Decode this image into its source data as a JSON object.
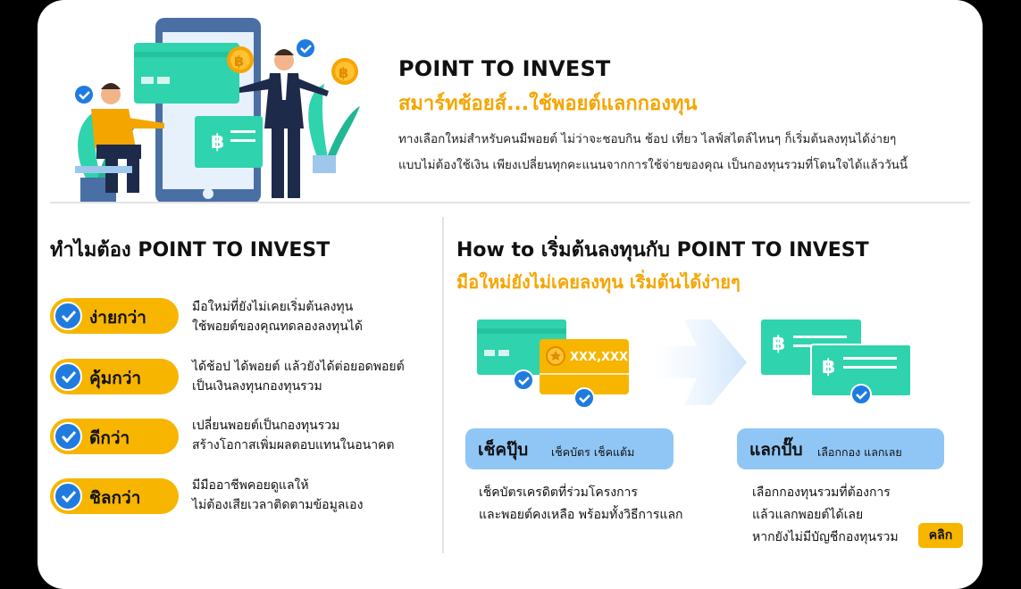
{
  "hero": {
    "title": "POINT TO INVEST",
    "subtitle": "สมาร์ทช้อยส์...ใช้พอยต์แลกกองทุน",
    "desc_line1": "ทางเลือกใหม่สำหรับคนมีพอยต์ ไม่ว่าจะชอบกิน ช้อป เที่ยว ไลฟ์สไตล์ไหนๆ ก็เริ่มต้นลงทุนได้ง่ายๆ",
    "desc_line2": "แบบไม่ต้องใช้เงิน เพียงเปลี่ยนทุกคะแนนจากการใช้จ่ายของคุณ เป็นกองทุนรวมที่โดนใจได้แล้ววันนี้"
  },
  "why": {
    "title": "ทำไมต้อง POINT TO INVEST",
    "items": [
      {
        "label": "ง่ายกว่า",
        "line1": "มือใหม่ที่ยังไม่เคยเริ่มต้นลงทุน",
        "line2": "ใช้พอยต์ของคุณทดลองลงทุนได้"
      },
      {
        "label": "คุ้มกว่า",
        "line1": "ได้ช้อป ได้พอยต์ แล้วยังได้ต่อยอดพอยต์",
        "line2": "เป็นเงินลงทุนกองทุนรวม"
      },
      {
        "label": "ดีกว่า",
        "line1": "เปลี่ยนพอยต์เป็นกองทุนรวม",
        "line2": "สร้างโอกาสเพิ่มผลตอบแทนในอนาคต"
      },
      {
        "label": "ชิลกว่า",
        "line1": "มีมืออาชีพคอยดูแลให้",
        "line2": "ไม่ต้องเสียเวลาติดตามข้อมูลเอง"
      }
    ]
  },
  "howto": {
    "title": "How to เริ่มต้นลงทุนกับ POINT TO INVEST",
    "subtitle": "มือใหม่ยังไม่เคยลงทุน เริ่มต้นได้ง่ายๆ",
    "card_amount": "XXX,XXX",
    "step1": {
      "big": "เช็คปุ๊บ",
      "small": "เช็คบัตร เช็คแต้ม",
      "line1": "เช็คบัตรเครดิตที่ร่วมโครงการ",
      "line2": "และพอยต์คงเหลือ พร้อมทั้งวิธีการแลก"
    },
    "step2": {
      "big": "แลกปั๊บ",
      "small": "เลือกกอง แลกเลย",
      "line1": "เลือกกองทุนรวมที่ต้องการ",
      "line2": "แล้วแลกพอยต์ได้เลย",
      "line3": "หากยังไม่มีบัญชีกองทุนรวม"
    },
    "cta": "คลิก"
  },
  "colors": {
    "accent": "#f5a500",
    "teal": "#2fd3ae",
    "blue": "#1f7be0",
    "light_blue": "#8fc6f5"
  },
  "icons": [
    "check-icon",
    "bitcoin-icon",
    "credit-card-icon",
    "arrow-right-icon",
    "phone-icon"
  ]
}
